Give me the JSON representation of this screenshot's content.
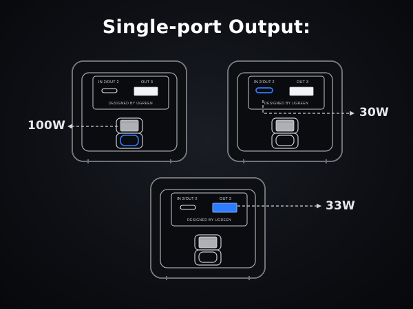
{
  "title": "Single-port Output:",
  "chargers": [
    {
      "port_in_out": "IN 2/OUT 2",
      "port_out3": "OUT 3",
      "brand": "DESIGNED BY UGREEN",
      "active_port": "ac-top",
      "watt_label": "100W"
    },
    {
      "port_in_out": "IN 2/OUT 2",
      "port_out3": "OUT 3",
      "brand": "DESIGNED BY UGREEN",
      "active_port": "usb-c",
      "watt_label": "30W"
    },
    {
      "port_in_out": "IN 2/OUT 2",
      "port_out3": "OUT 3",
      "brand": "DESIGNED BY UGREEN",
      "active_port": "usb-a",
      "watt_label": "33W"
    }
  ],
  "colors": {
    "active_blue": "#2f7bff",
    "body_outline": "#b9bcc3",
    "plug_grey": "#bfc1c6",
    "dashed_line": "#cfd2d8"
  }
}
